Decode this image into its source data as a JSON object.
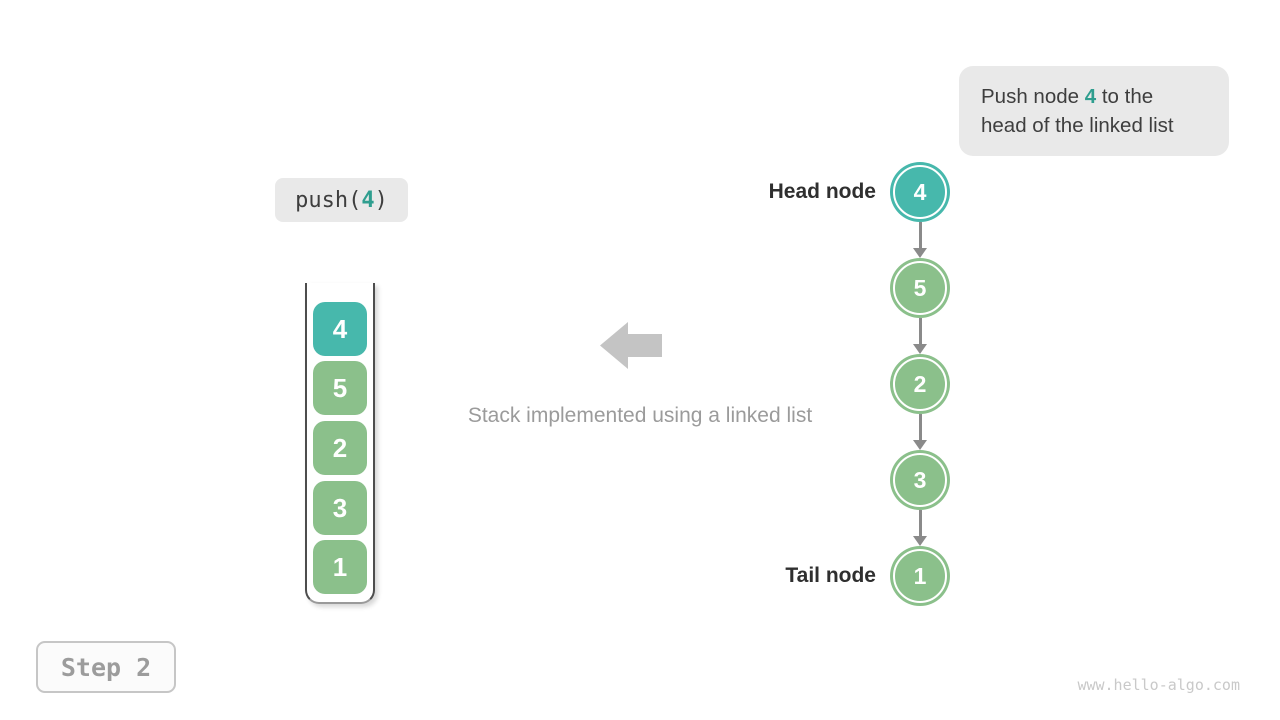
{
  "callout": {
    "line1_before": "Push node ",
    "line1_highlight": "4",
    "line1_after": " to the",
    "line2": "head of the linked list"
  },
  "operation": {
    "prefix": "push(",
    "arg": "4",
    "suffix": ")"
  },
  "stack": {
    "items": [
      {
        "value": "4",
        "color": "teal"
      },
      {
        "value": "5",
        "color": "green"
      },
      {
        "value": "2",
        "color": "green"
      },
      {
        "value": "3",
        "color": "green"
      },
      {
        "value": "1",
        "color": "green"
      }
    ]
  },
  "center": {
    "caption": "Stack implemented using a linked list",
    "arrow_icon": "left-block-arrow"
  },
  "linked_list": {
    "head_label": "Head node",
    "tail_label": "Tail node",
    "nodes": [
      {
        "value": "4",
        "color": "teal"
      },
      {
        "value": "5",
        "color": "green"
      },
      {
        "value": "2",
        "color": "green"
      },
      {
        "value": "3",
        "color": "green"
      },
      {
        "value": "1",
        "color": "green"
      }
    ]
  },
  "footer": {
    "step_label": "Step 2",
    "watermark": "www.hello-algo.com"
  },
  "colors": {
    "teal_node": "#47b8ac",
    "teal_text": "#2f9e8f",
    "green_node": "#8bc08b",
    "callout_bg": "#e9e9e9",
    "dark_text": "#3e3e3e",
    "muted_text": "#9b9b9b",
    "big_arrow_gray": "#c4c4c4",
    "connector_gray": "#8a8a8a"
  }
}
